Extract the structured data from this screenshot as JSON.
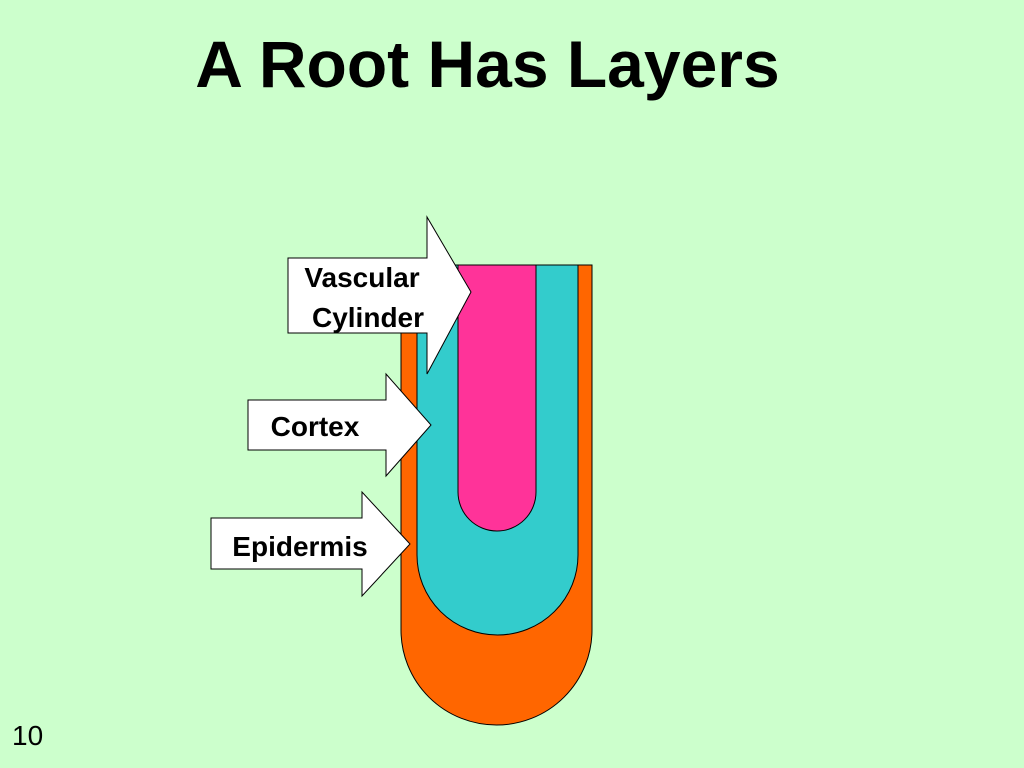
{
  "slide": {
    "title": "A Root Has Layers",
    "page_number": "10"
  },
  "diagram": {
    "layers": [
      {
        "id": "epidermis",
        "color": "#ff6600"
      },
      {
        "id": "cortex",
        "color": "#33cccc"
      },
      {
        "id": "vascular-cylinder",
        "color": "#ff3399"
      }
    ],
    "labels": {
      "vascular_line1": "Vascular",
      "vascular_line2": "Cylinder",
      "cortex": "Cortex",
      "epidermis": "Epidermis"
    },
    "background_color": "#ccffcc",
    "arrow_fill": "#ffffff"
  }
}
